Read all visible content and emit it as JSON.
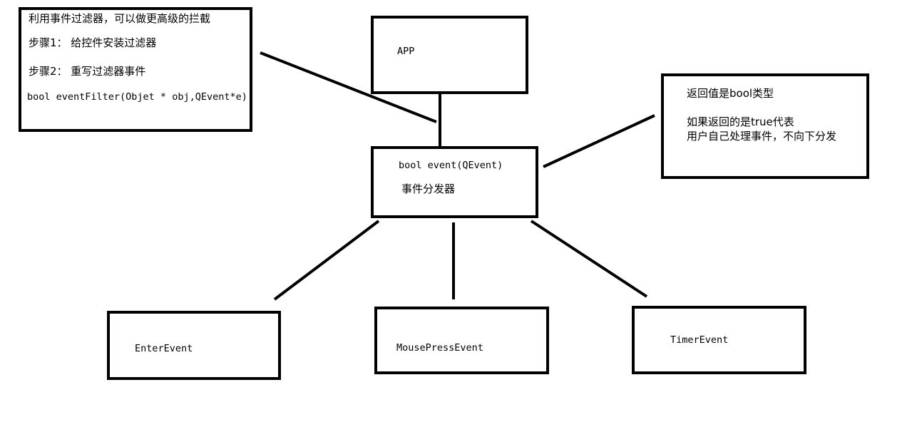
{
  "filter_box": {
    "title": "利用事件过滤器，可以做更高级的拦截",
    "step1": "步骤1：  给控件安装过滤器",
    "step2": "步骤2：  重写过滤器事件",
    "code": "bool eventFilter(Objet * obj,QEvent*e)"
  },
  "app_box": {
    "label": "APP"
  },
  "dispatcher_box": {
    "signature": "bool event(QEvent)",
    "label": "事件分发器"
  },
  "return_box": {
    "line1": "返回值是bool类型",
    "line2": "如果返回的是true代表",
    "line3": "用户自己处理事件，不向下分发"
  },
  "events": {
    "enter": "EnterEvent",
    "mouse": "MousePressEvent",
    "timer": "TimerEvent"
  }
}
